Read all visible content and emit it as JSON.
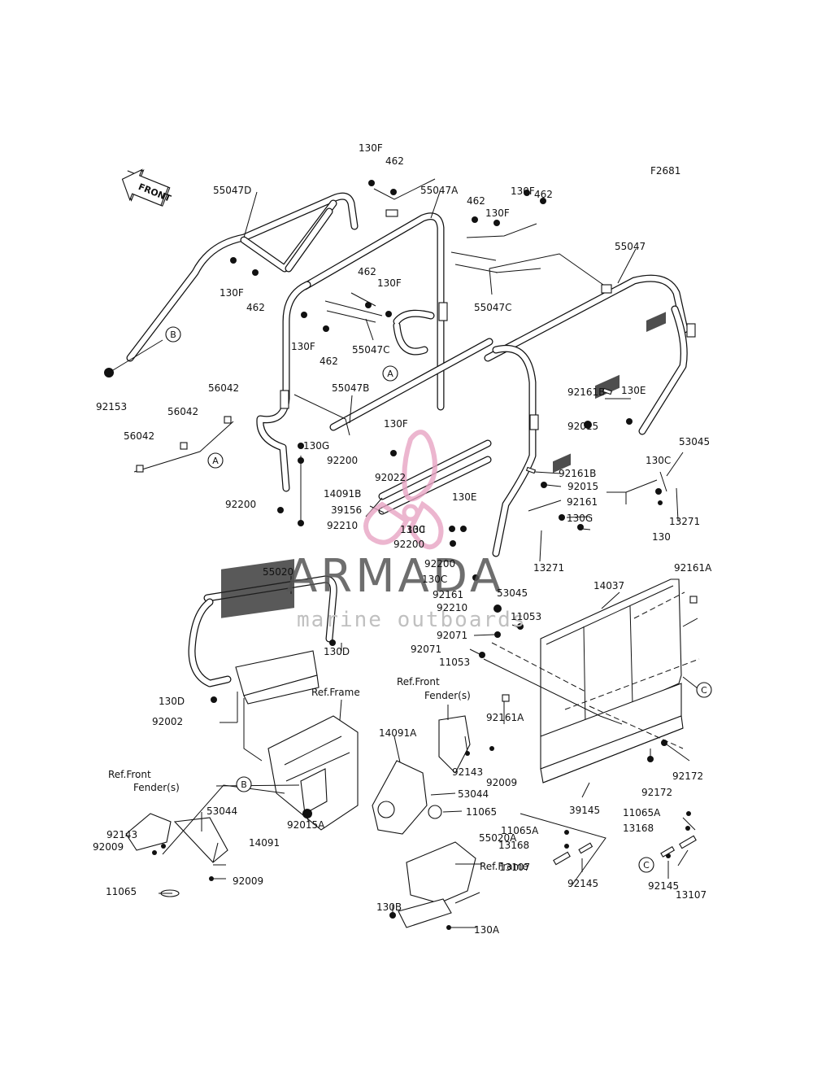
{
  "figure_code": "F2681",
  "front_arrow": {
    "text": "FRONT"
  },
  "watermark": {
    "title": "ARMADA",
    "subtitle": "marine outboards"
  },
  "callouts": {
    "a": "A",
    "b": "B",
    "c": "C"
  },
  "labels": [
    "130F",
    "462",
    "55047D",
    "55047A",
    "462",
    "130F",
    "130F",
    "462",
    "55047",
    "130F",
    "462",
    "462",
    "130F",
    "55047C",
    "130F",
    "462",
    "55047C",
    "92153",
    "56042",
    "56042",
    "56042",
    "55047B",
    "130F",
    "130G",
    "92200",
    "92022",
    "92161B",
    "130E",
    "92015",
    "53045",
    "92161B",
    "92015",
    "130C",
    "92161",
    "13271",
    "130",
    "14091B",
    "39156",
    "130E",
    "130C",
    "130",
    "92200",
    "130G",
    "92210",
    "92200",
    "13271",
    "92200",
    "130C",
    "92161",
    "53045",
    "92210",
    "55020",
    "14037",
    "92161A",
    "11053",
    "92071",
    "92071",
    "11053",
    "130D",
    "130D",
    "92002",
    "Ref.Frame",
    "Ref.Front",
    "Fender(s)",
    "92161A",
    "14091A",
    "92143",
    "92009",
    "53044",
    "11065",
    "92172",
    "92172",
    "39145",
    "11065A",
    "13168",
    "Ref.Front",
    "Fender(s)",
    "53044",
    "92143",
    "92009",
    "14091",
    "92009",
    "11065",
    "92015A",
    "11065A",
    "13168",
    "13107",
    "92145",
    "130B",
    "Ref.Frame",
    "55020A",
    "130A",
    "13107",
    "92145"
  ]
}
